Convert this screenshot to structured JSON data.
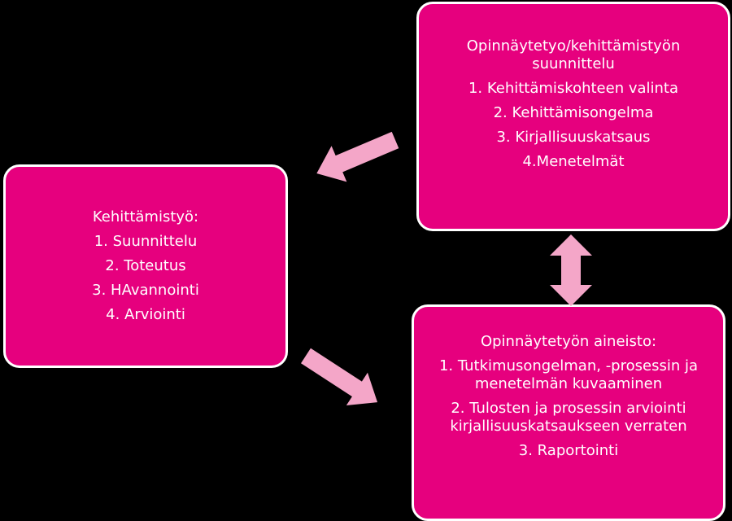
{
  "colors": {
    "background": "#000000",
    "box_fill": "#e6007e",
    "box_border": "#ffffff",
    "arrow_fill": "#f4a6c8",
    "text": "#ffffff"
  },
  "boxes": {
    "left": {
      "title": "Kehittämistyö:",
      "items": [
        "1. Suunnittelu",
        "2. Toteutus",
        "3. HAvannointi",
        "4. Arviointi"
      ]
    },
    "top_right": {
      "title_line1": "Opinnäytetyo/kehittämistyön",
      "title_line2": "suunnittelu",
      "items": [
        "1. Kehittämiskohteen valinta",
        "2. Kehittämisongelma",
        "3. Kirjallisuuskatsaus",
        "4.Menetelmät"
      ]
    },
    "bottom_right": {
      "title": "Opinnäytetyön aineisto:",
      "item1_line1": "1. Tutkimusongelman, -prosessin ja",
      "item1_line2": "menetelmän kuvaaminen",
      "item2_line1": "2. Tulosten ja prosessin arviointi",
      "item2_line2": "kirjallisuuskatsaukseen verraten",
      "item3": "3. Raportointi"
    }
  },
  "arrows": [
    {
      "name": "arrow-top-right-to-left",
      "icon": "arrow-left-icon"
    },
    {
      "name": "arrow-left-to-bottom-right",
      "icon": "arrow-right-icon"
    },
    {
      "name": "arrow-top-bottom-double",
      "icon": "double-vertical-arrow-icon"
    }
  ]
}
